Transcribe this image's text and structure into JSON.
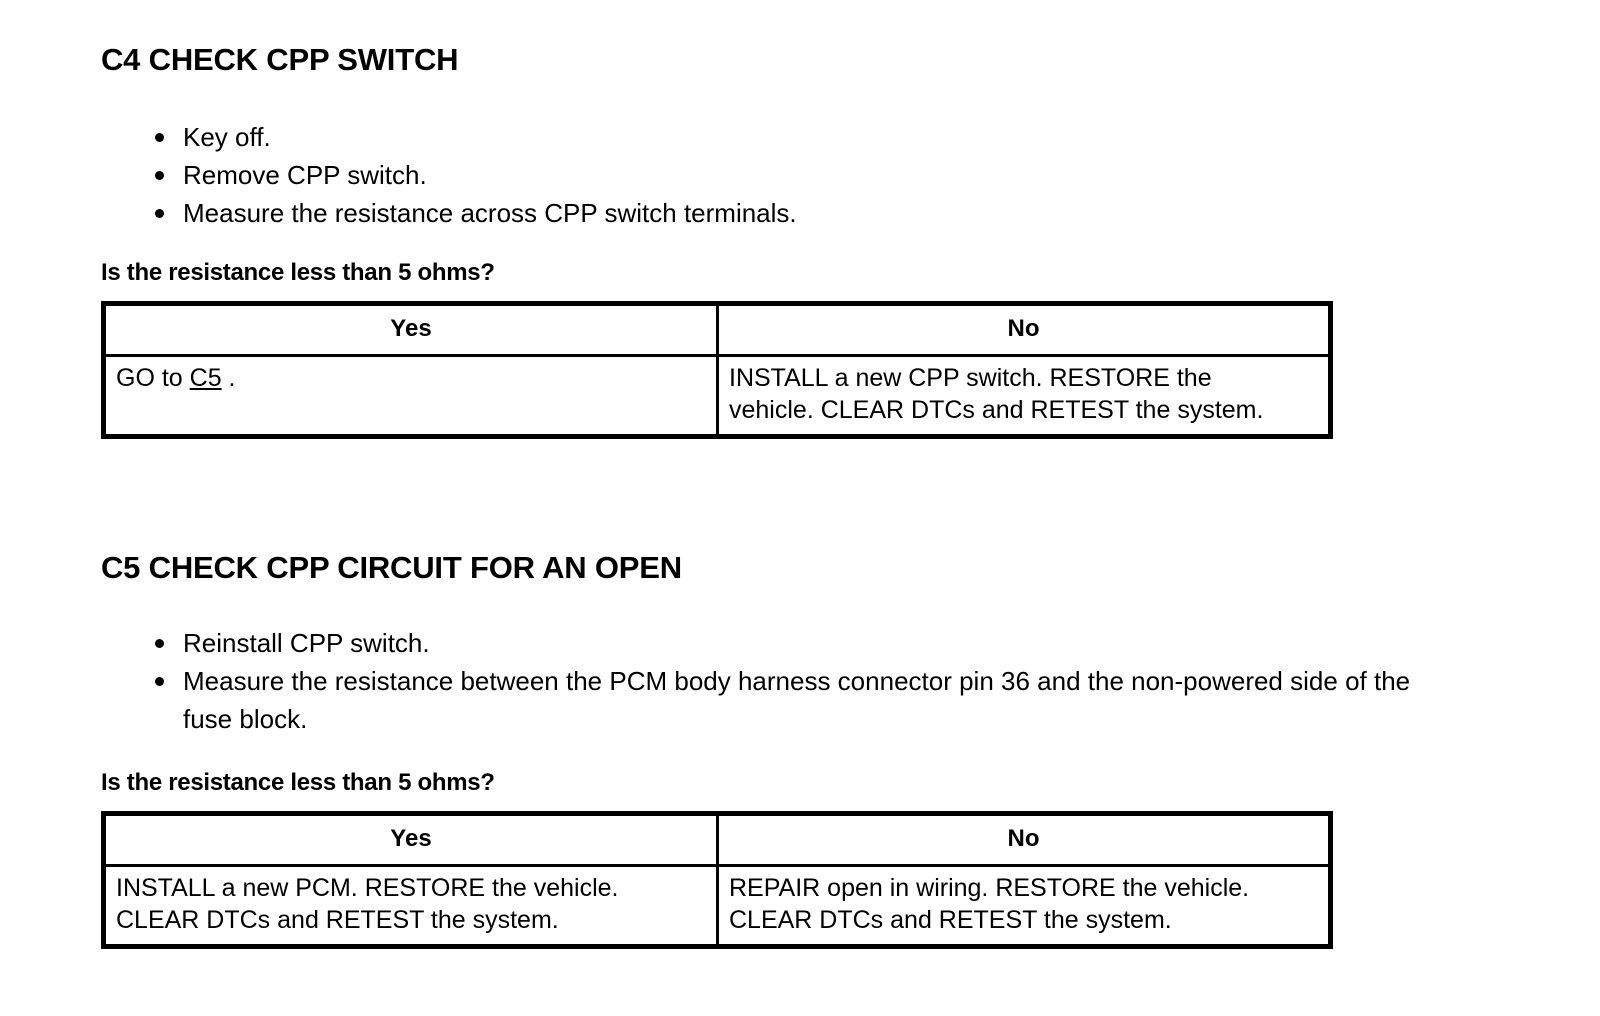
{
  "document": {
    "sections": [
      {
        "id": "C4",
        "title": "C4 CHECK CPP SWITCH",
        "steps": [
          "Key off.",
          "Remove CPP switch.",
          "Measure the resistance across CPP switch terminals."
        ],
        "question": "Is the resistance less than 5 ohms?",
        "table": {
          "headers": [
            "Yes",
            "No"
          ],
          "yes_prefix": "GO to ",
          "yes_link": "C5",
          "yes_suffix": " .",
          "no_line1": "INSTALL a new CPP switch. RESTORE the",
          "no_line2": "vehicle. CLEAR DTCs and RETEST the system."
        }
      },
      {
        "id": "C5",
        "title": "C5 CHECK CPP CIRCUIT FOR AN OPEN",
        "steps": [
          "Reinstall CPP switch.",
          "Measure the resistance between the PCM body harness connector pin 36 and the non-powered side of the fuse block."
        ],
        "step2_line1": "Measure the resistance between the PCM body harness connector pin 36 and the non-powered side",
        "step2_line2": "of the fuse block.",
        "question": "Is the resistance less than 5 ohms?",
        "table": {
          "headers": [
            "Yes",
            "No"
          ],
          "yes_line1": "INSTALL a new PCM. RESTORE the vehicle.",
          "yes_line2": "CLEAR DTCs and RETEST the system.",
          "no_line1": "REPAIR open in wiring. RESTORE the vehicle.",
          "no_line2": "CLEAR DTCs and RETEST the system."
        }
      }
    ]
  },
  "colors": {
    "text": "#000000",
    "background": "#ffffff",
    "border": "#000000"
  }
}
